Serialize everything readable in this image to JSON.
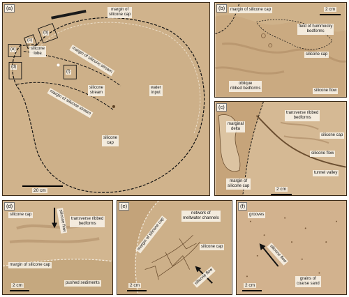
{
  "colors": {
    "table_light": "#d7bd97",
    "table_mid": "#c8a77c",
    "table_dark": "#b89368",
    "silicone": "#cfb48d",
    "line": "#111111"
  },
  "panel_a": {
    "label": "(a)",
    "labels": {
      "margin_cap_top": "margin of\nsilicone cap",
      "silicone_lobe": "silicone\nlobe",
      "margin_stream_upper": "margin of silicone stream",
      "silicone_stream": "silicone\nstream",
      "water_input": "water\ninput",
      "margin_stream_lower": "margin of silicone stream",
      "silicone_cap": "silicone\ncap"
    },
    "box_labels": [
      "(b)",
      "(c)",
      "(d)",
      "(e)",
      "(f)"
    ],
    "scale": "20 cm"
  },
  "panel_b": {
    "label": "(b)",
    "labels": {
      "margin_cap": "margin of silicone cap",
      "hummocky": "field of hummocky\nbedforms",
      "silicone_cap": "silicone cap",
      "oblique": "oblique\nribbed bedforms",
      "silicone_flow": "silicone flow"
    },
    "scale": "2 cm"
  },
  "panel_c": {
    "label": "(c)",
    "labels": {
      "marginal_delta": "marginal\ndelta",
      "transverse": "transverse ribbed\nbedforms",
      "silicone_cap": "silicone cap",
      "silicone_flow": "silicone flow",
      "tunnel_valley": "tunnel valley",
      "margin_cap": "margin of\nsilicone cap"
    },
    "scale": "2 cm"
  },
  "panel_d": {
    "label": "(d)",
    "labels": {
      "silicone_cap": "silicone cap",
      "silicone_flow": "silicone flow",
      "transverse": "transverse ribbed\nbedforms",
      "margin_cap": "margin of silicone cap",
      "pushed": "pushed sediments"
    },
    "scale": "2 cm"
  },
  "panel_e": {
    "label": "(e)",
    "labels": {
      "network": "network of\nmeltwater channels",
      "margin_cap": "margin of silicone cap",
      "silicone_cap": "silicone cap",
      "silicone_flow": "silicone flow"
    },
    "scale": "2 cm"
  },
  "panel_f": {
    "label": "(f)",
    "labels": {
      "grooves": "grooves",
      "silicone_flow": "silicone flow",
      "grains": "grains of\ncoarse sand"
    },
    "scale": "2 cm"
  }
}
